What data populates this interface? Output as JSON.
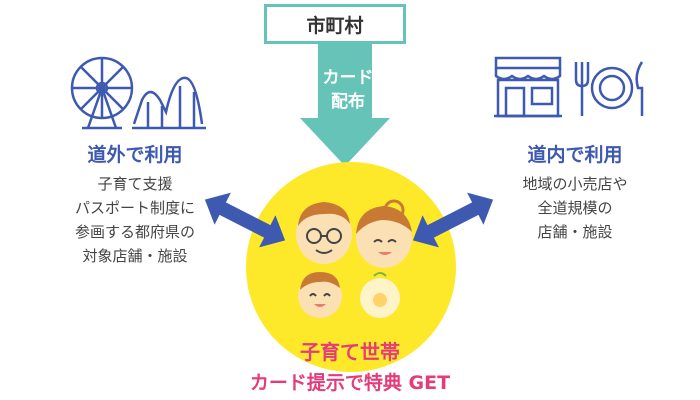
{
  "municipality": {
    "label": "市町村"
  },
  "card_arrow": {
    "label": "カード\n配布"
  },
  "outside": {
    "title": "道外で利用",
    "description": "子育て支援\nパスポート制度に\n参画する都府県の\n対象店舗・施設",
    "icon": "ferris-wheel-rollercoaster-icon"
  },
  "inside": {
    "title": "道内で利用",
    "description": "地域の小売店や\n全道規模の\n店舗・施設",
    "icon": "shop-and-cutlery-icon"
  },
  "household": {
    "title": "子育て世帯",
    "subtitle": "カード提示で特典 GET",
    "icon": "family-faces-icon"
  },
  "colors": {
    "teal": "#66c3b8",
    "blue": "#3d5ab0",
    "yellow": "#fde92a",
    "pink": "#e43b7a"
  }
}
